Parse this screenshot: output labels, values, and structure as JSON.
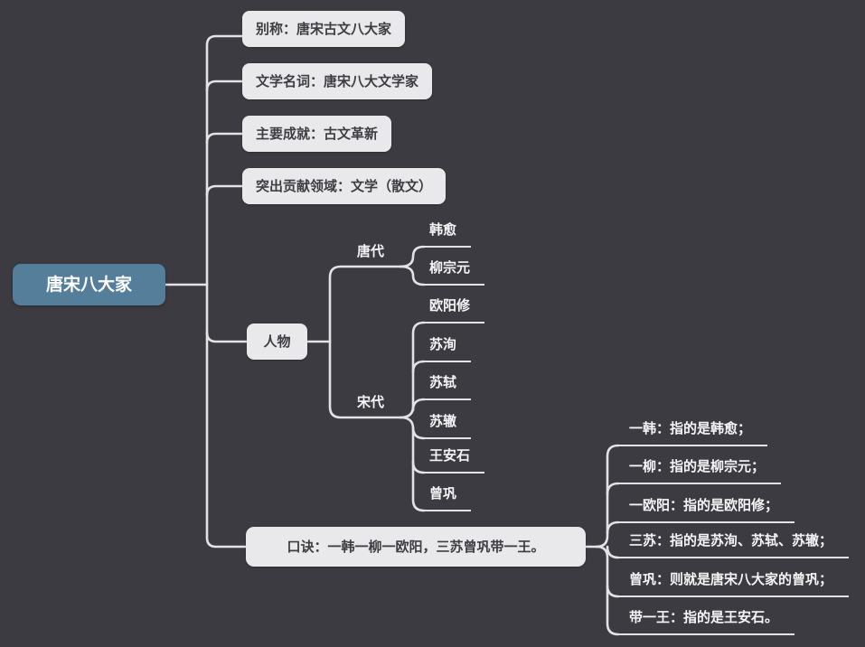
{
  "colors": {
    "background": "#3b3b41",
    "connector_line": "#e3e3e5",
    "topic_bg": "#e9e9eb",
    "topic_text": "#3d3d43",
    "root_bg": "#557e9b",
    "root_text": "#ffffff",
    "leaf_text": "#f5f5f7"
  },
  "root": {
    "label": "唐宋八大家"
  },
  "topics": {
    "alias": "别称：唐宋古文八大家",
    "literary_term": "文学名词：唐宋八大文学家",
    "achievement": "主要成就：古文革新",
    "contribution": "突出贡献领域：文学（散文）",
    "figures": {
      "label": "人物",
      "tang": {
        "label": "唐代",
        "members": [
          "韩愈",
          "柳宗元"
        ]
      },
      "song": {
        "label": "宋代",
        "members": [
          "欧阳修",
          "苏洵",
          "苏轼",
          "苏辙",
          "王安石",
          "曾巩"
        ]
      }
    },
    "mnemonic": {
      "label": "口诀：一韩一柳一欧阳，三苏曾巩带一王。",
      "notes": [
        "一韩：指的是韩愈；",
        "一柳：指的是柳宗元；",
        "一欧阳：指的是欧阳修；",
        "三苏：指的是苏洵、苏轼、苏辙；",
        "曾巩：则就是唐宋八大家的曾巩；",
        "带一王：指的是王安石。"
      ]
    }
  }
}
